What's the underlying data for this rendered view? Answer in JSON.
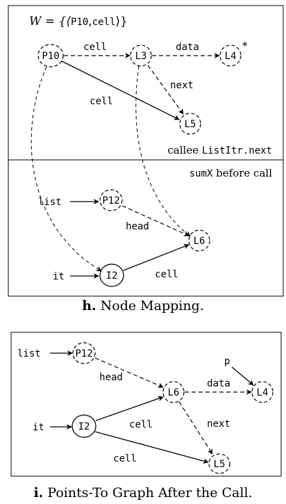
{
  "panel_h": {
    "formula": {
      "prefix": "W = {⟨",
      "node": "P10",
      "sep": ",",
      "field": "cell",
      "suffix": "⟩}"
    },
    "callee_label": {
      "prefix": "callee ",
      "code": "ListItr.next"
    },
    "caller_label": {
      "code": "sumX",
      "suffix": " before call"
    },
    "upper_nodes": [
      {
        "id": "P10",
        "label": "P10",
        "style": "dashed"
      },
      {
        "id": "L3",
        "label": "L3",
        "style": "dashed"
      },
      {
        "id": "L4",
        "label": "L4",
        "style": "dashed",
        "mark": "*"
      },
      {
        "id": "L5",
        "label": "L5",
        "style": "dashed"
      }
    ],
    "upper_edges": [
      {
        "from": "P10",
        "to": "L3",
        "label": "cell",
        "style": "dashed"
      },
      {
        "from": "L3",
        "to": "L4",
        "label": "data",
        "style": "dashed"
      },
      {
        "from": "L3",
        "to": "L5",
        "label": "next",
        "style": "dashed"
      },
      {
        "from": "P10",
        "to": "L5",
        "label": "cell",
        "style": "solid"
      }
    ],
    "lower_nodes": [
      {
        "id": "P12",
        "label": "P12",
        "style": "dashed"
      },
      {
        "id": "L6",
        "label": "L6",
        "style": "dashed"
      },
      {
        "id": "I2",
        "label": "I2",
        "style": "solid"
      }
    ],
    "lower_edges": [
      {
        "from": "list",
        "to": "P12",
        "label": "",
        "style": "solid"
      },
      {
        "from": "P12",
        "to": "L6",
        "label": "head",
        "style": "dashed"
      },
      {
        "from": "it",
        "to": "I2",
        "label": "",
        "style": "solid"
      },
      {
        "from": "I2",
        "to": "L6",
        "label": "cell",
        "style": "solid"
      }
    ],
    "variables": [
      "list",
      "it"
    ],
    "mappings": [
      {
        "from": "P10",
        "to": "I2"
      },
      {
        "from": "L3",
        "to": "L6"
      }
    ],
    "caption": {
      "letter": "h.",
      "text": " Node Mapping."
    }
  },
  "panel_i": {
    "nodes": [
      {
        "id": "P12",
        "label": "P12",
        "style": "dashed"
      },
      {
        "id": "L6",
        "label": "L6",
        "style": "dashed"
      },
      {
        "id": "L4",
        "label": "L4",
        "style": "dashed"
      },
      {
        "id": "I2",
        "label": "I2",
        "style": "solid"
      },
      {
        "id": "L5",
        "label": "L5",
        "style": "dashed"
      }
    ],
    "variables": [
      "list",
      "it",
      "p"
    ],
    "edges": [
      {
        "from": "list",
        "to": "P12",
        "label": "",
        "style": "solid"
      },
      {
        "from": "P12",
        "to": "L6",
        "label": "head",
        "style": "dashed"
      },
      {
        "from": "L6",
        "to": "L4",
        "label": "data",
        "style": "dashed"
      },
      {
        "from": "p",
        "to": "L4",
        "label": "",
        "style": "solid"
      },
      {
        "from": "it",
        "to": "I2",
        "label": "",
        "style": "solid"
      },
      {
        "from": "I2",
        "to": "L6",
        "label": "cell",
        "style": "solid"
      },
      {
        "from": "L6",
        "to": "L5",
        "label": "next",
        "style": "dashed"
      },
      {
        "from": "I2",
        "to": "L5",
        "label": "cell",
        "style": "solid"
      }
    ],
    "caption": {
      "letter": "i.",
      "text": " Points-To Graph After the Call."
    }
  }
}
